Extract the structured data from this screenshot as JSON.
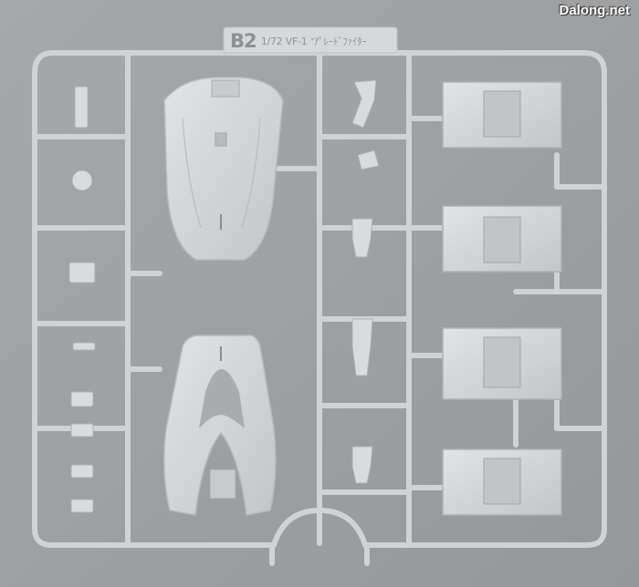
{
  "image": {
    "description_type": "photo of a plastic model kit sprue (runner)",
    "background_color": "#9fa1a3",
    "plastic_color": "#d2d4d6"
  },
  "watermark": {
    "text": "Dalong.net"
  },
  "sprue_tag": {
    "code": "B2",
    "name": "1/72 VF-1 ᐩｱﾟﾚｰﾄﾞﾌｧｲﾀｰ"
  }
}
